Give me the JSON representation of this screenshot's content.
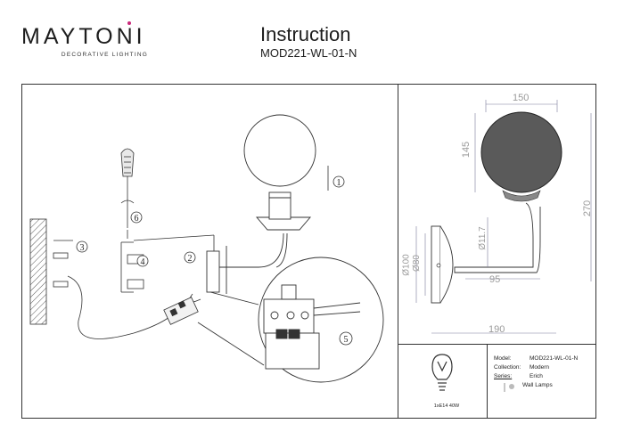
{
  "brand": {
    "name": "MAYTONI",
    "tagline": "DECORATIVE LIGHTING"
  },
  "header": {
    "title": "Instruction",
    "model": "MOD221-WL-01-N"
  },
  "steps": [
    "1",
    "2",
    "3",
    "4",
    "5",
    "6"
  ],
  "dimensions": {
    "width_top": "150",
    "height_globe": "145",
    "height_total": "270",
    "diam_rod": "Ø11.7",
    "diam_plate_outer": "Ø100",
    "diam_plate_inner": "Ø80",
    "arm_offset": "95",
    "depth_total": "190"
  },
  "bulb": {
    "label": "1xE14 40W"
  },
  "spec": {
    "model_label": "Model:",
    "model_value": "MOD221-WL-01-N",
    "collection_label": "Collection:",
    "collection_value": "Modern",
    "series_label": "Series:",
    "series_value": "Erich",
    "type_value": "Wall Lamps"
  }
}
